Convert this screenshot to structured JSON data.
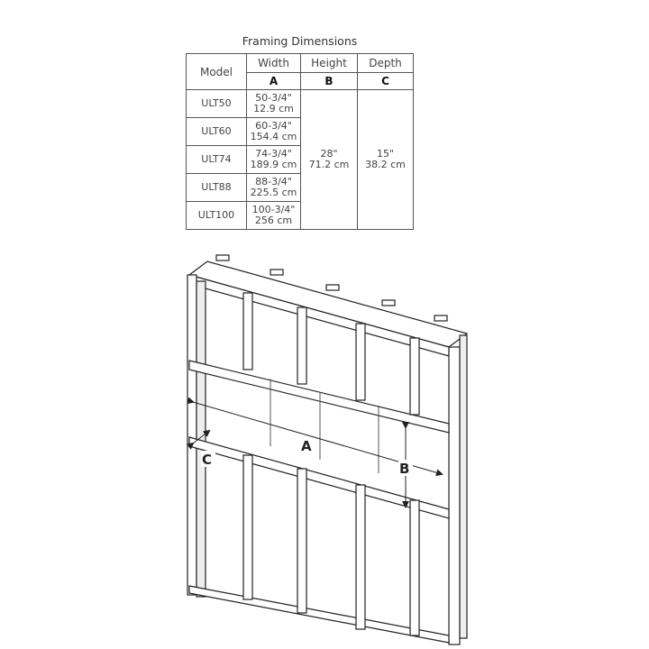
{
  "table": {
    "title": "Framing Dimensions",
    "headers": {
      "model": "Model",
      "width": "Width",
      "height": "Height",
      "depth": "Depth",
      "width_key": "A",
      "height_key": "B",
      "depth_key": "C"
    },
    "rows": [
      {
        "model": "ULT50",
        "width_in": "50-3/4\"",
        "width_cm": "12.9 cm"
      },
      {
        "model": "ULT60",
        "width_in": "60-3/4\"",
        "width_cm": "154.4 cm"
      },
      {
        "model": "ULT74",
        "width_in": "74-3/4\"",
        "width_cm": "189.9 cm"
      },
      {
        "model": "ULT88",
        "width_in": "88-3/4\"",
        "width_cm": "225.5 cm"
      },
      {
        "model": "ULT100",
        "width_in": "100-3/4\"",
        "width_cm": "256 cm"
      }
    ],
    "height_in": "28\"",
    "height_cm": "71.2 cm",
    "depth_in": "15\"",
    "depth_cm": "38.2 cm"
  },
  "diagram": {
    "label_a": "A",
    "label_b": "B",
    "label_c": "C"
  }
}
